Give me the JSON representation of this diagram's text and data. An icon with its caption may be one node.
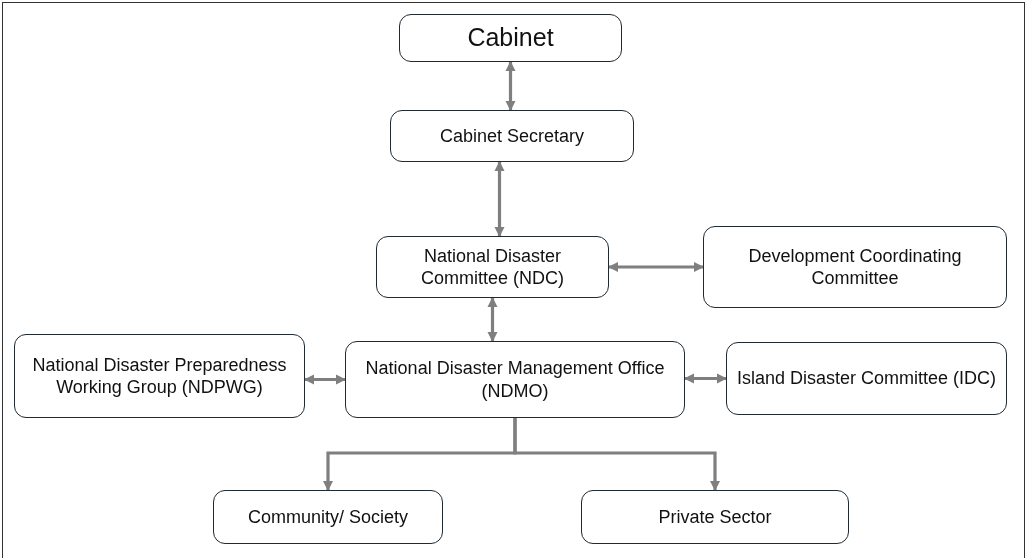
{
  "diagram": {
    "nodes": [
      {
        "text": [
          "Cabinet"
        ]
      },
      {
        "text": [
          "Cabinet Secretary"
        ]
      },
      {
        "text": [
          "National Disaster Committee (NDC)"
        ]
      },
      {
        "text": [
          "Development Coordinating Committee"
        ]
      },
      {
        "text": [
          "National Disaster Preparedness Working Group (NDPWG)"
        ]
      },
      {
        "text": [
          "National Disaster Management Office (NDMO)"
        ]
      },
      {
        "text": [
          "Island Disaster Committee (IDC)"
        ]
      },
      {
        "text": [
          "Community/ Society"
        ]
      },
      {
        "text": [
          "Private Sector"
        ]
      }
    ],
    "edges": [
      {
        "from": 0,
        "to": 1,
        "arrow": "both"
      },
      {
        "from": 1,
        "to": 2,
        "arrow": "both"
      },
      {
        "from": 2,
        "to": 3,
        "arrow": "both"
      },
      {
        "from": 2,
        "to": 5,
        "arrow": "both"
      },
      {
        "from": 4,
        "to": 5,
        "arrow": "both"
      },
      {
        "from": 5,
        "to": 6,
        "arrow": "both"
      },
      {
        "from": 5,
        "to": 7,
        "arrow": "to"
      },
      {
        "from": 5,
        "to": 8,
        "arrow": "to"
      }
    ]
  }
}
